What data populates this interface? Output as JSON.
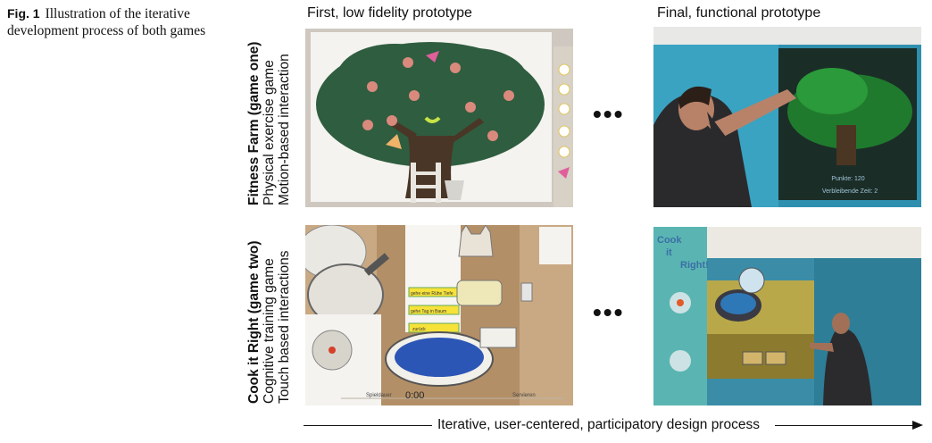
{
  "caption": {
    "label": "Fig. 1",
    "text": "Illustration of the iterative development process of both games"
  },
  "columns": {
    "left": "First, low fidelity prototype",
    "right": "Final, functional prototype"
  },
  "rows": [
    {
      "title": "Fitness Farm (game one)",
      "line1": "Physical exercise game",
      "line2": "Motion-based interaction"
    },
    {
      "title": "Cook it Right (game two)",
      "line1": "Cognitive training game",
      "line2": "Touch based interactions"
    }
  ],
  "ellipsis": "•••",
  "screen_text": {
    "points": "Punkte: 120",
    "time": "Verbleibende Zeit: 2",
    "paper_timer": "0:00",
    "paper_left": "Spieldauer",
    "paper_right": "Servieren",
    "button1": "gehe eine Rühe Tiefe",
    "button2": "gehe Tag in Baum",
    "button3": "zurück",
    "cook_logo1": "Cook",
    "cook_logo2": "it",
    "cook_logo3": "Right!"
  },
  "process_label": "Iterative, user-centered, participatory design process"
}
